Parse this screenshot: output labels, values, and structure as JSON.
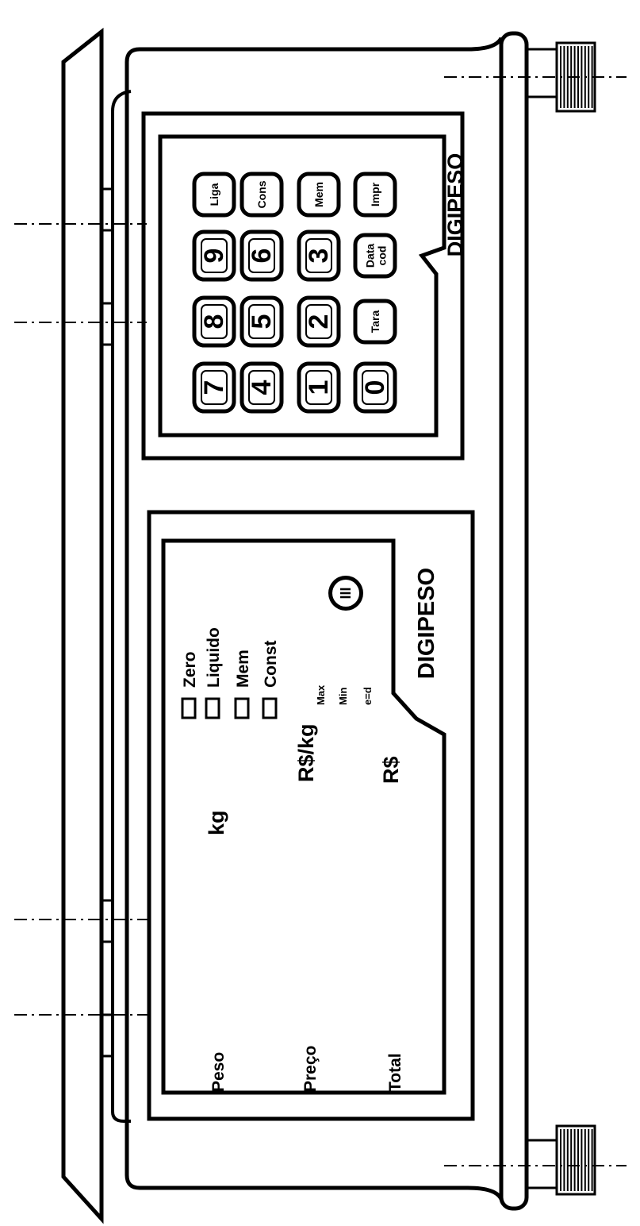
{
  "brand": {
    "keypad_brand": "DIGIPESO",
    "display_brand": "DIGIPESO",
    "inmetro_mark": "III"
  },
  "keypad": {
    "columns": [
      [
        "7",
        "8",
        "9",
        "Liga"
      ],
      [
        "4",
        "5",
        "6",
        "Cons"
      ],
      [
        "1",
        "2",
        "3",
        "Mem"
      ],
      [
        "0",
        "Tara",
        "Data cod",
        "Impr"
      ]
    ]
  },
  "indicators": [
    "Zero",
    "Liquido",
    "Mem",
    "Const"
  ],
  "specs": [
    "Max",
    "Min",
    "e=d"
  ],
  "displays": [
    {
      "name": "Peso",
      "unit": "kg"
    },
    {
      "name": "Preço",
      "unit": "R$/kg"
    },
    {
      "name": "Total",
      "unit": "R$"
    }
  ]
}
